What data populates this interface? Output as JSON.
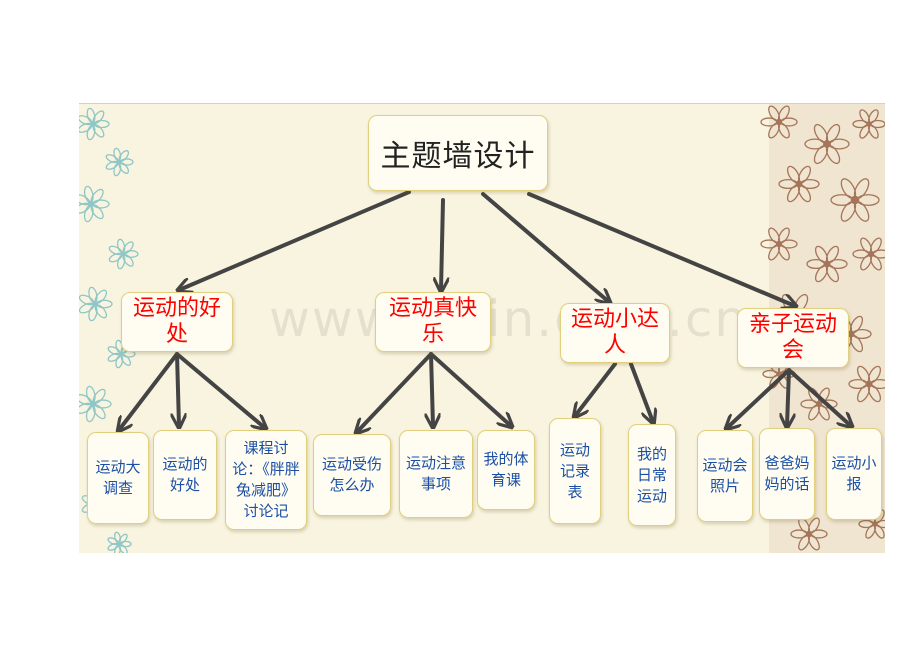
{
  "title": "主题墙设计",
  "watermark": "www.zixin.com.cn",
  "colors": {
    "board_bg": "#f8f4e0",
    "node_border": "#e2cf7e",
    "category_text": "#ff0000",
    "leaf_text": "#1b4fa6",
    "arrow": "#444444",
    "left_floral": "#8fc6c6",
    "right_floral": "#a5755a"
  },
  "categories": [
    {
      "label": "运动的好处",
      "children": [
        "运动大调查",
        "运动的好处",
        "课程讨论：《胖胖兔减肥》讨论记"
      ]
    },
    {
      "label": "运动真快乐",
      "children": [
        "运动受伤怎么办",
        "运动注意事项",
        "我的体育课"
      ]
    },
    {
      "label": "运动小达人",
      "children": [
        "运动记录表",
        "我的日常运动"
      ]
    },
    {
      "label": "亲子运动会",
      "children": [
        "运动会照片",
        "爸爸妈妈的话",
        "运动小报"
      ]
    }
  ]
}
